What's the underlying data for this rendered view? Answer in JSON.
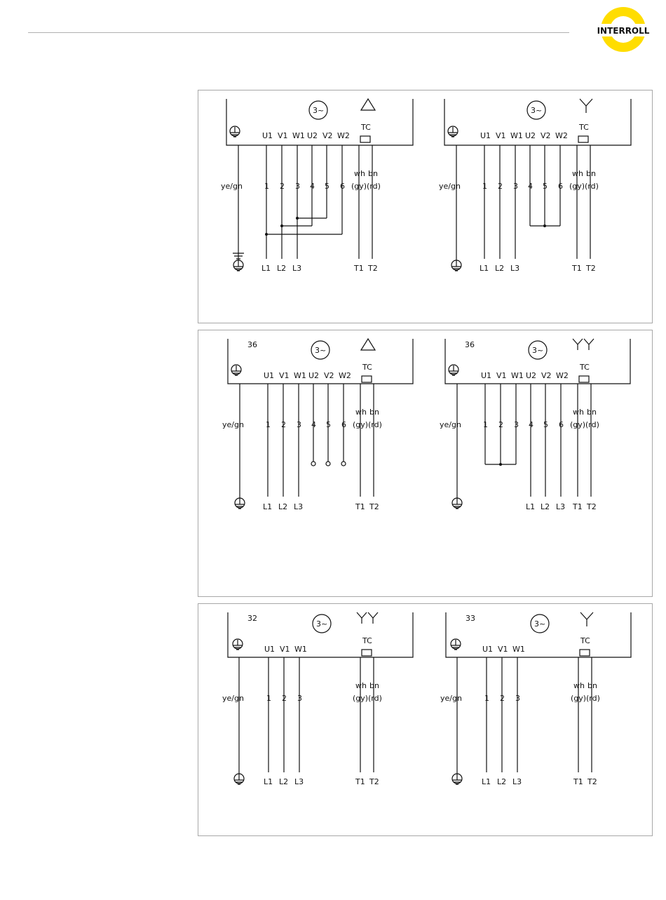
{
  "brand": {
    "name": "INTERROLL",
    "colors": {
      "yellow": "#ffdd00",
      "red": "#d6001c",
      "ink": "#111111"
    }
  },
  "labels": {
    "earth": "ye/gn",
    "tc": "TC",
    "rotation": "3~",
    "wh": "wh",
    "bn": "bn",
    "gy": "(gy)",
    "rd": "(rd)",
    "terms": [
      "U1",
      "V1",
      "W1",
      "U2",
      "V2",
      "W2"
    ],
    "terms3": [
      "U1",
      "V1",
      "W1"
    ],
    "wires": [
      "1",
      "2",
      "3",
      "4",
      "5",
      "6"
    ],
    "wires3": [
      "1",
      "2",
      "3"
    ],
    "lines": [
      "L1",
      "L2",
      "L3"
    ],
    "tc_out": [
      "T1",
      "T2"
    ],
    "lines6": [
      "L1",
      "L2",
      "L3",
      "T1",
      "T2"
    ]
  },
  "diagrams": [
    {
      "id": "a",
      "code": "",
      "symbol": "delta"
    },
    {
      "id": "b",
      "code": "",
      "symbol": "star"
    },
    {
      "id": "c",
      "code": "36",
      "symbol": "delta"
    },
    {
      "id": "d",
      "code": "36",
      "symbol": "double-star"
    },
    {
      "id": "e",
      "code": "32",
      "symbol": "double-star"
    },
    {
      "id": "f",
      "code": "33",
      "symbol": "star"
    }
  ]
}
